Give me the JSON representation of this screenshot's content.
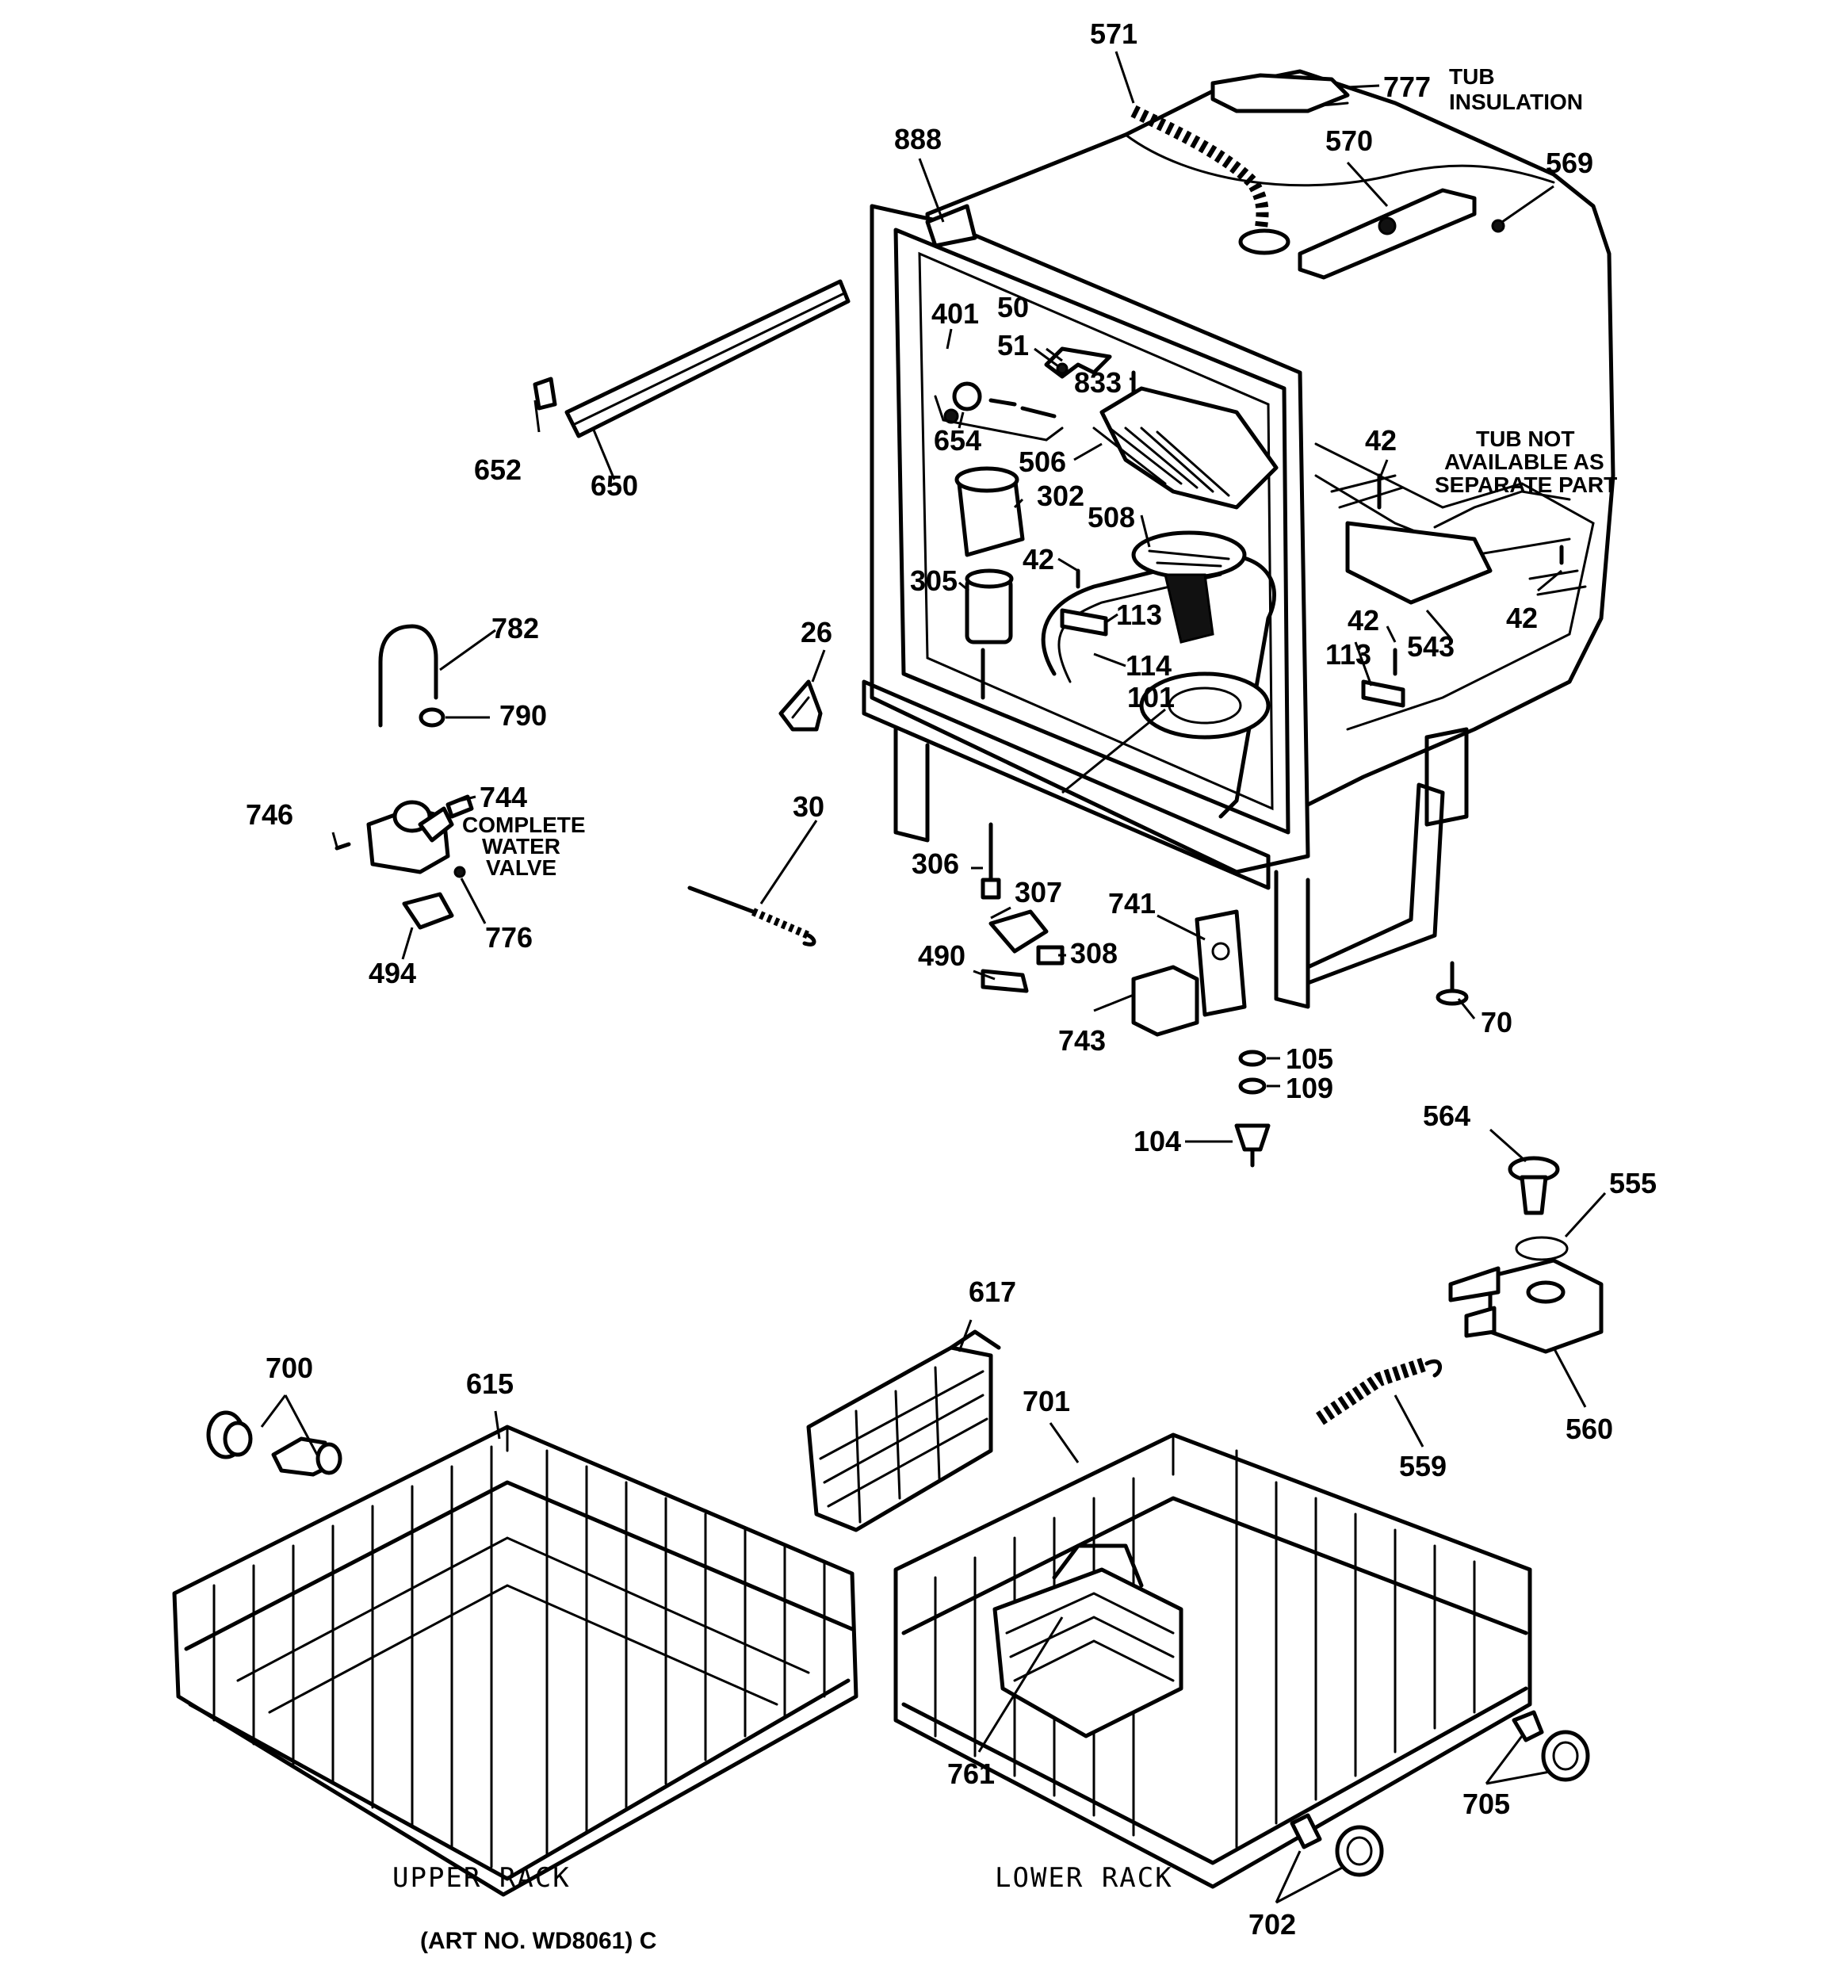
{
  "diagram": {
    "callouts": {
      "c571": "571",
      "c777": "777",
      "c888": "888",
      "c570": "570",
      "c569": "569",
      "c401": "401",
      "c50": "50",
      "c51": "51",
      "c833": "833",
      "c652": "652",
      "c650": "650",
      "c654": "654",
      "c506": "506",
      "c302": "302",
      "c508": "508",
      "c42a": "42",
      "c42b": "42",
      "c42c": "42",
      "c42d": "42",
      "c305": "305",
      "c113a": "113",
      "c113b": "113",
      "c114": "114",
      "c101": "101",
      "c543": "543",
      "c782": "782",
      "c790": "790",
      "c26": "26",
      "c744": "744",
      "c746": "746",
      "c30": "30",
      "c306": "306",
      "c307": "307",
      "c741": "741",
      "c308": "308",
      "c490": "490",
      "c743": "743",
      "c494": "494",
      "c776": "776",
      "c70": "70",
      "c105": "105",
      "c109": "109",
      "c104": "104",
      "c564": "564",
      "c555": "555",
      "c560": "560",
      "c559": "559",
      "c617": "617",
      "c700": "700",
      "c615": "615",
      "c701": "701",
      "c761": "761",
      "c705": "705",
      "c702": "702"
    },
    "notes": {
      "tub_insulation_1": "TUB",
      "tub_insulation_2": "INSULATION",
      "tub_na_1": "TUB NOT",
      "tub_na_2": "AVAILABLE AS",
      "tub_na_3": "SEPARATE PART",
      "valve_1": "COMPLETE",
      "valve_2": "WATER",
      "valve_3": "VALVE"
    },
    "captions": {
      "upper_rack": "UPPER RACK",
      "lower_rack": "LOWER RACK",
      "art_no": "(ART NO. WD8061) C"
    }
  }
}
